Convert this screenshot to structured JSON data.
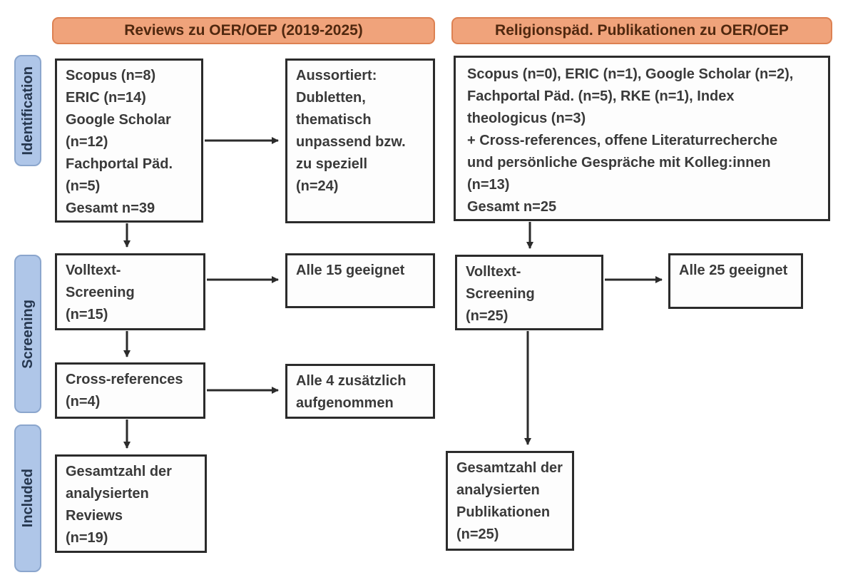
{
  "headers": {
    "left": "Reviews zu OER/OEP (2019-2025)",
    "right": "Religionspäd. Publikationen zu OER/OEP"
  },
  "stages": {
    "identification": "Identification",
    "screening": "Screening",
    "included": "Included"
  },
  "boxes": {
    "left_sources": "Scopus (n=8)\nERIC (n=14)\nGoogle Scholar\n(n=12)\nFachportal Päd.\n(n=5)\nGesamt n=39",
    "left_excluded": "Aussortiert:\nDubletten,\nthematisch\nunpassend bzw.\nzu speziell\n(n=24)",
    "left_fulltext": "Volltext-\nScreening\n(n=15)",
    "left_fulltext_result": "Alle 15 geeignet",
    "left_crossref": "Cross-references\n(n=4)",
    "left_crossref_result": "Alle 4 zusätzlich\naufgenommen",
    "left_included_total": "Gesamtzahl der\nanalysierten\nReviews\n(n=19)",
    "right_sources": "Scopus (n=0), ERIC (n=1), Google Scholar (n=2),\nFachportal Päd. (n=5), RKE (n=1), Index\ntheologicus (n=3)\n+ Cross-references, offene Literaturrecherche\nund persönliche Gespräche mit Kolleg:innen\n(n=13)\nGesamt n=25",
    "right_fulltext": "Volltext-\nScreening\n(n=25)",
    "right_fulltext_result": "Alle 25 geeignet",
    "right_included_total": "Gesamtzahl der\nanalysierten\nPublikationen\n(n=25)"
  },
  "colors": {
    "header_fill": "#F0A37B",
    "header_border": "#DD8152",
    "header_text": "#50280F",
    "stage_fill": "#AFC6E8",
    "stage_border": "#8BA6CD",
    "stage_text": "#26374F",
    "box_fill": "#FDFDFD",
    "box_border": "#2B2B2B",
    "box_text": "#3A3A3A",
    "arrow": "#2B2B2B"
  }
}
